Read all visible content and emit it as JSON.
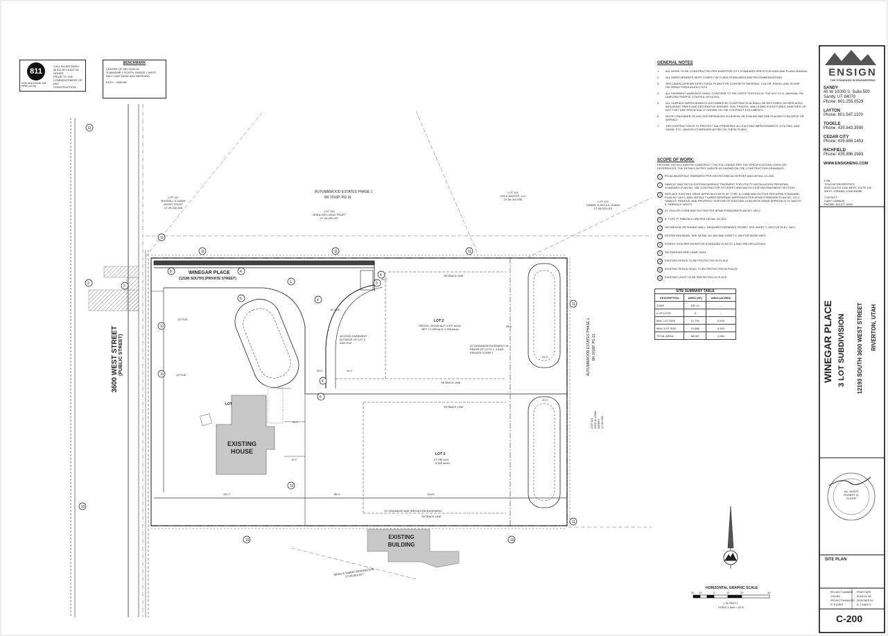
{
  "call_box": {
    "logo_text": "811",
    "logo_sub": "Know what's below. Call before you dig.",
    "lines": [
      "CALL BLUESTAKES",
      "@ 811 AT LEAST 48 HOURS",
      "PRIOR TO THE",
      "COMMENCEMENT OF ANY",
      "CONSTRUCTION."
    ]
  },
  "benchmark": {
    "title": "BENCHMARK",
    "lines": [
      "CENTER OF SECTION 26,",
      "TOWNSHIP 3 SOUTH, RANGE 1 WEST",
      "SALT LAKE BASE AND MERIDIAN",
      "ELEV = 4986.66'"
    ]
  },
  "general_notes": {
    "title": "GENERAL NOTES",
    "items": [
      "ALL WORK TO BE CONSTRUCTED PER RIVERTON CITY STANDARD SPECIFICATIONS AND PLANS MANUAL.",
      "ALL IMPROVEMENTS MUST COMPLY WITH ADA STANDARDS AND RECOMMENDATIONS.",
      "SEE LANDSCAPE/ARCHITECTURAL PLANS FOR CONCRETE MATERIAL, COLOR, FINISH, AND SCORE PATTERNS THROUGHOUT SITE.",
      "ALL PAVEMENT MARKINGS SHALL CONFORM TO THE LATEST EDITION OF THE M.U.T.C.D. (MANUAL ON UNIFORM TRAFFIC CONTROL DEVICES).",
      "ALL SURFACE IMPROVEMENTS DISTURBED BY CONSTRUCTION SHALL BE RESTORED OR REPLACED, INCLUDING TREES AND DECORATIVE SHRUBS, SOD, FENCES, WALLS AND STRUCTURES, WHETHER OR NOT THEY ARE SPECIFICALLY SHOWN ON THE CONTRACT DOCUMENTS.",
      "NOTIFY ENGINEER OF ANY DISCREPANCIES IN DESIGN OR STAKING BEFORE PLACING CONCRETE OR ASPHALT.",
      "THE CONTRACTOR IS TO PROTECT AND PRESERVE ALL EXISTING IMPROVEMENTS, UTILITIES, AND SIGNS, ETC. UNLESS OTHERWISE NOTED ON THESE PLANS."
    ]
  },
  "scope_of_work": {
    "title": "SCOPE OF WORK:",
    "intro": "PROVIDE, INSTALL AND/OR CONSTRUCT THE FOLLOWING PER THE SPECIFICATIONS GIVEN OR REFERENCES, THE DETAILS NOTED, AND/OR AS SHOWN ON THE CONSTRUCTION DRAWINGS.",
    "items": [
      {
        "num": "1",
        "text": "PG 64-58 ASPHALT PAVEMENT PER GEOTECHNICAL REPORT AND DETAIL 1/C-600."
      },
      {
        "num": "2",
        "text": "SAWCUT AND PATCH EXISTING ASPHALT PAVEMENT FOR UTILITY INSTALLATION PER APWA STANDARD PLAN NO. 255. CONTRACTOR TO VERIFY AND MATCH EXISTING PAVEMENT SECTION."
      },
      {
        "num": "3",
        "text": "REPLACE EXISTING DRIVE APPROACH WITH 30\" TYPE 'A' CURB AND GUTTER PER APWA STANDARD PLAN NO. 205.1, AND INSTALL FLARED DRIVEWAY APPROACH PER APWA STANDARD PLAN NO. 221.1. SAWCUT, REMOVE, AND PROPERLY DISPOSE OF EXISTING CONCRETE DRIVE APPROACH TO MATCH 6' SIDEWALK WIDTH."
      },
      {
        "num": "4",
        "text": "24\" ROLLED CURB AND GUTTER PER APWA STANDARD PLAN NO. 205.2"
      },
      {
        "num": "5",
        "text": "6\" TYPE 'P' RIBBON CURB PER DETAIL 2/C-600."
      },
      {
        "num": "6",
        "text": "SEGMENTAL RETAINING WALL. REQUIRES SEPARATE PERMIT. SEE SHEET C-300 FOR ELEV. INFO."
      },
      {
        "num": "7",
        "text": "RETENTION BASIN. SEE DETAIL 5/C-600 AND SHEET C-300 FOR MORE INFO."
      },
      {
        "num": "8",
        "text": "STREET SIGN PER RIVERTON STANDARD PLAN ST-1 AND SPECIFICATIONS."
      },
      {
        "num": "9",
        "text": "'NO PARKING FIRE LANE' SIGN."
      },
      {
        "num": "10",
        "text": "EXISTING FENCE TO BE PROTECTED IN PLACE."
      },
      {
        "num": "11",
        "text": "EXISTING FENCE/ WALL TO BE PROTECTED IN PLACE."
      },
      {
        "num": "12",
        "text": "EXISTING LIGHT TO BE PROTECTED IN PLACE."
      }
    ]
  },
  "site_summary": {
    "title": "SITE SUMMARY TABLE",
    "headers": [
      "DESCRIPTION",
      "AREA (SF)",
      "AREA (ACRES)"
    ],
    "rows": [
      [
        "ZONE",
        "RR-14",
        "--"
      ],
      [
        "# OF LOTS",
        "3",
        "--"
      ],
      [
        "MIN. LOT SIZE",
        "21,794",
        "0.500"
      ],
      [
        "MAX. LOT SIZE",
        "21,886",
        "0.502"
      ],
      [
        "TOTAL AREA",
        "68,057",
        "1.561"
      ]
    ]
  },
  "title_block": {
    "company": "ENSIGN",
    "tagline": "THE STANDARD IN ENGINEERING",
    "offices": [
      {
        "name": "SANDY",
        "lines": [
          "45 W 10000 S, Suite 500",
          "Sandy, UT 84070",
          "Phone: 801.255.0529"
        ]
      },
      {
        "name": "LAYTON",
        "lines": [
          "Phone: 801.547.1100"
        ]
      },
      {
        "name": "TOOELE",
        "lines": [
          "Phone: 435.843.3590"
        ]
      },
      {
        "name": "CEDAR CITY",
        "lines": [
          "Phone: 435.865.1453"
        ]
      },
      {
        "name": "RICHFIELD",
        "lines": [
          "Phone: 435.896.2983"
        ]
      }
    ],
    "website": "WWW.ENSIGNENG.COM",
    "client_lines": [
      "FOR:",
      "TOUCHE PROPERTIES",
      "5009 SOUTH 1300 WEST, SUITE 100",
      "WEST JORDAN, UTAH 84088",
      "",
      "CONTACT:",
      "CARY CANNON",
      "PHONE: 801.577.0000"
    ],
    "project_title_1": "WINEGAR PLACE",
    "project_title_2": "3 LOT SUBDIVISION",
    "project_address_1": "12193 SOUTH 3600 WEST STREET",
    "project_address_2": "RIVERTON, UTAH",
    "seal_lines": [
      "No. 169379",
      "ROBERT Q.",
      "ELDER"
    ],
    "sheet_title": "SITE PLAN",
    "project_number_label": "PROJECT NUMBER",
    "project_number": "13120A",
    "print_date_label": "PRINT DATE",
    "print_date": "2020-01-28",
    "project_manager_label": "PROJECT MANAGER",
    "project_manager": "R. ELDER",
    "designed_by_label": "DESIGNED BY",
    "designed_by": "B. CHADTY",
    "sheet_number": "C-200"
  },
  "plan": {
    "street_name": "3600 WEST STREET",
    "street_type": "(PUBLIC STREET)",
    "private_street": "WINEGAR PLACE",
    "private_street_sub": "(12180 SOUTH)  (PRIVATE STREET)",
    "phase1_top": "AUTUMNWOOD ESTATES PHASE 1",
    "phase1_top_bk": "BK 2016P, PG 31",
    "phase1_right": "AUTUMNWOOD ESTATES PHASE 1",
    "phase1_right_bk": "BK 2016P, PG 31",
    "lot2": "LOT 2",
    "lot2_gross": "GROSS: 26,008 sq.ft.  0.597 acres",
    "lot2_net": "NET: 17,250 sq.ft.  0.396 acres",
    "lot3": "LOT 3",
    "lot3_area": "21,786 sq.ft.",
    "lot3_acres": "0.500 acres",
    "lot1": "LOT",
    "existing_house": "EXISTING HOUSE",
    "existing_building": "EXISTING BUILDING",
    "access_easement": "ACCESS EASEMENT IN FAVOR OF LOT 2 AND PUE",
    "drainage_easement": "20' DRAINAGE EASEMENT IN FAVOR OF LOTS 1, 3 AND PRIVATE STREET",
    "drainage_irrigation": "10' DRAINAGE AND IRRIGATION EASEMENT",
    "setback_line": "SETBACK LINE",
    "pue": "10' PUE",
    "lot117": [
      "LOT 117",
      "RUSSELL & DAWN",
      "WIGHT TRUST",
      "27-26-202-006"
    ],
    "lot116": [
      "LOT 116",
      "URIDLOW LIVING TRUST",
      "27-26-202-007"
    ],
    "lot114": [
      "LOT 114",
      "COLD WINTER, LLC",
      "27-26-202-008"
    ],
    "lot113": [
      "LOT 113",
      "DANIEL & NICOLE GUINN",
      "27-26-202-010"
    ],
    "lot110": [
      "LOT 110",
      "RICH & LORA BERRY",
      "27-26-202-..."
    ],
    "mark": [
      "MARK & TAMMY REDDINGTON",
      "27-26-401-027"
    ],
    "dims": [
      "120.7'",
      "86.0'",
      "128.8'",
      "22.2'",
      "20.0'",
      "24.0'",
      "10.0'",
      "30.0'",
      "20.0'",
      "22.0'",
      "88.0'"
    ]
  },
  "scale": {
    "north_label": "N",
    "title": "HORIZONTAL GRAPHIC SCALE",
    "ticks": [
      "20",
      "10",
      "0",
      "10",
      "20",
      "40"
    ],
    "unit": "( IN FEET )",
    "ratio": "HORIZ 1 inch = 20 ft."
  },
  "colors": {
    "line": "#1a1a1a",
    "hatch": "#999999",
    "building": "#c8c8c8",
    "gravel": "#bdbdbd"
  }
}
